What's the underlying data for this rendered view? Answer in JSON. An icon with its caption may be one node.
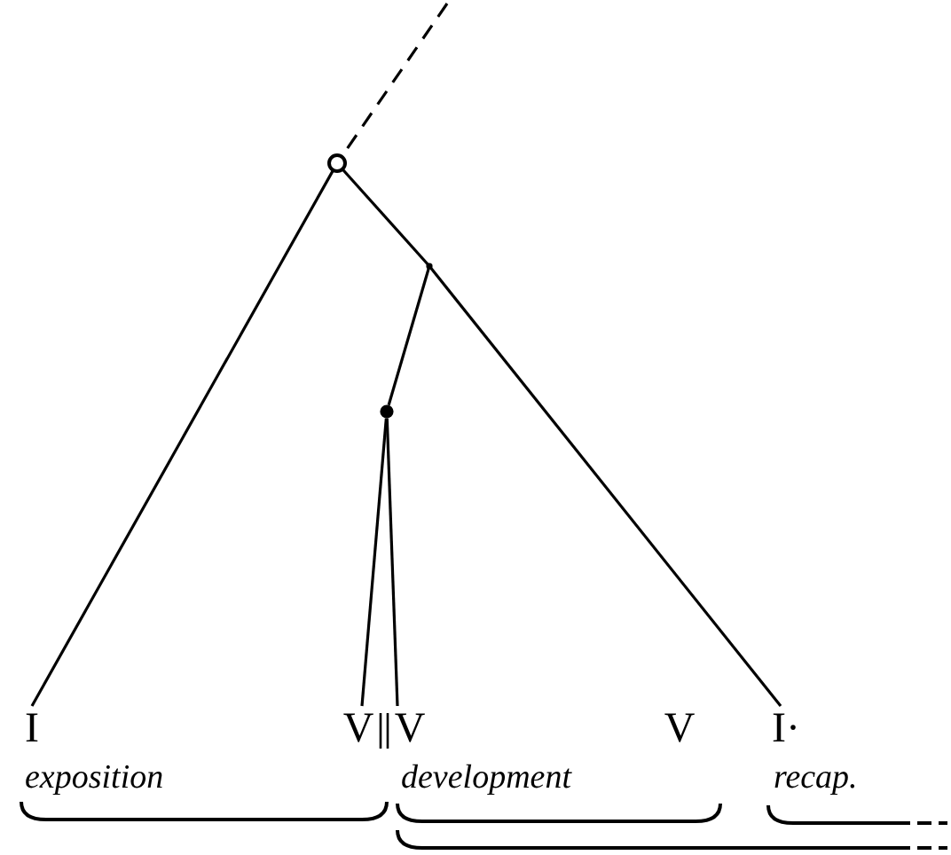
{
  "diagram": {
    "nodes": [
      {
        "text": [],
        "shape": "circle"
      },
      {
        "text": [],
        "shape": "point"
      },
      {
        "text": [],
        "shape": "dot"
      },
      {
        "text": [
          "I"
        ]
      },
      {
        "text": [
          "V"
        ]
      },
      {
        "text": [
          "V"
        ]
      },
      {
        "text": [
          "V"
        ]
      },
      {
        "text": [
          "I·"
        ]
      }
    ],
    "edges": [
      {
        "from": null,
        "to": 0,
        "arrow": "none",
        "style": "dashed"
      },
      {
        "from": 0,
        "to": 3,
        "arrow": "none"
      },
      {
        "from": 0,
        "to": 1,
        "arrow": "none"
      },
      {
        "from": 1,
        "to": 7,
        "arrow": "none"
      },
      {
        "from": 1,
        "to": 2,
        "arrow": "none"
      },
      {
        "from": 2,
        "to": 4,
        "arrow": "none"
      },
      {
        "from": 2,
        "to": 5,
        "arrow": "none"
      }
    ],
    "labels": [
      "exposition",
      "development",
      "recap."
    ]
  }
}
